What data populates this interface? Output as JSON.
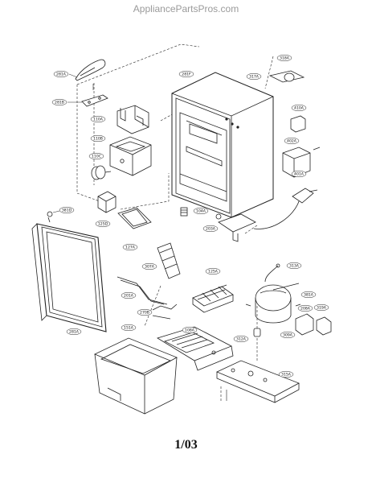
{
  "watermark": "AppliancePartsPros.com",
  "page_number": "1/03",
  "callouts": {
    "c281a": "281A",
    "c281b": "281B",
    "c281f": "281F",
    "c318a": "318A",
    "c317a": "317A",
    "c110a": "110A",
    "c110b": "110B",
    "c110c": "110C",
    "c410a": "410A",
    "c402a": "402A",
    "c401a": "401A",
    "c125d": "125D",
    "c381d": "381D",
    "c127a": "127A",
    "c104a": "104A",
    "c203a": "203A",
    "c307a": "307A",
    "c125a": "125A",
    "c313a": "313A",
    "c201a": "201A",
    "c381a": "381A",
    "c208a": "208A",
    "c319a": "319A",
    "c309a": "309A",
    "c270b": "270B",
    "c151a": "151A",
    "c108a": "108A",
    "c312a": "312A",
    "c315a": "315A",
    "c281a2": "281A"
  }
}
